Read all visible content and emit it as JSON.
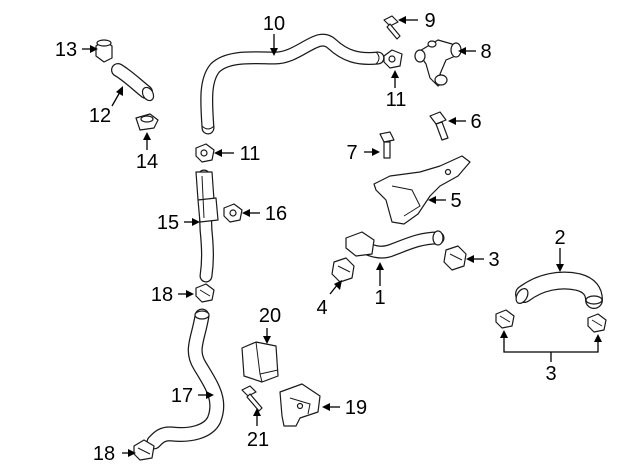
{
  "callouts": [
    {
      "id": "c1",
      "label": "1"
    },
    {
      "id": "c2",
      "label": "2"
    },
    {
      "id": "c3a",
      "label": "3"
    },
    {
      "id": "c3b",
      "label": "3"
    },
    {
      "id": "c4",
      "label": "4"
    },
    {
      "id": "c5",
      "label": "5"
    },
    {
      "id": "c6",
      "label": "6"
    },
    {
      "id": "c7",
      "label": "7"
    },
    {
      "id": "c8",
      "label": "8"
    },
    {
      "id": "c9",
      "label": "9"
    },
    {
      "id": "c10",
      "label": "10"
    },
    {
      "id": "c11a",
      "label": "11"
    },
    {
      "id": "c11b",
      "label": "11"
    },
    {
      "id": "c12",
      "label": "12"
    },
    {
      "id": "c13",
      "label": "13"
    },
    {
      "id": "c14",
      "label": "14"
    },
    {
      "id": "c15",
      "label": "15"
    },
    {
      "id": "c16",
      "label": "16"
    },
    {
      "id": "c17",
      "label": "17"
    },
    {
      "id": "c18a",
      "label": "18"
    },
    {
      "id": "c18b",
      "label": "18"
    },
    {
      "id": "c19",
      "label": "19"
    },
    {
      "id": "c20",
      "label": "20"
    },
    {
      "id": "c21",
      "label": "21"
    }
  ]
}
